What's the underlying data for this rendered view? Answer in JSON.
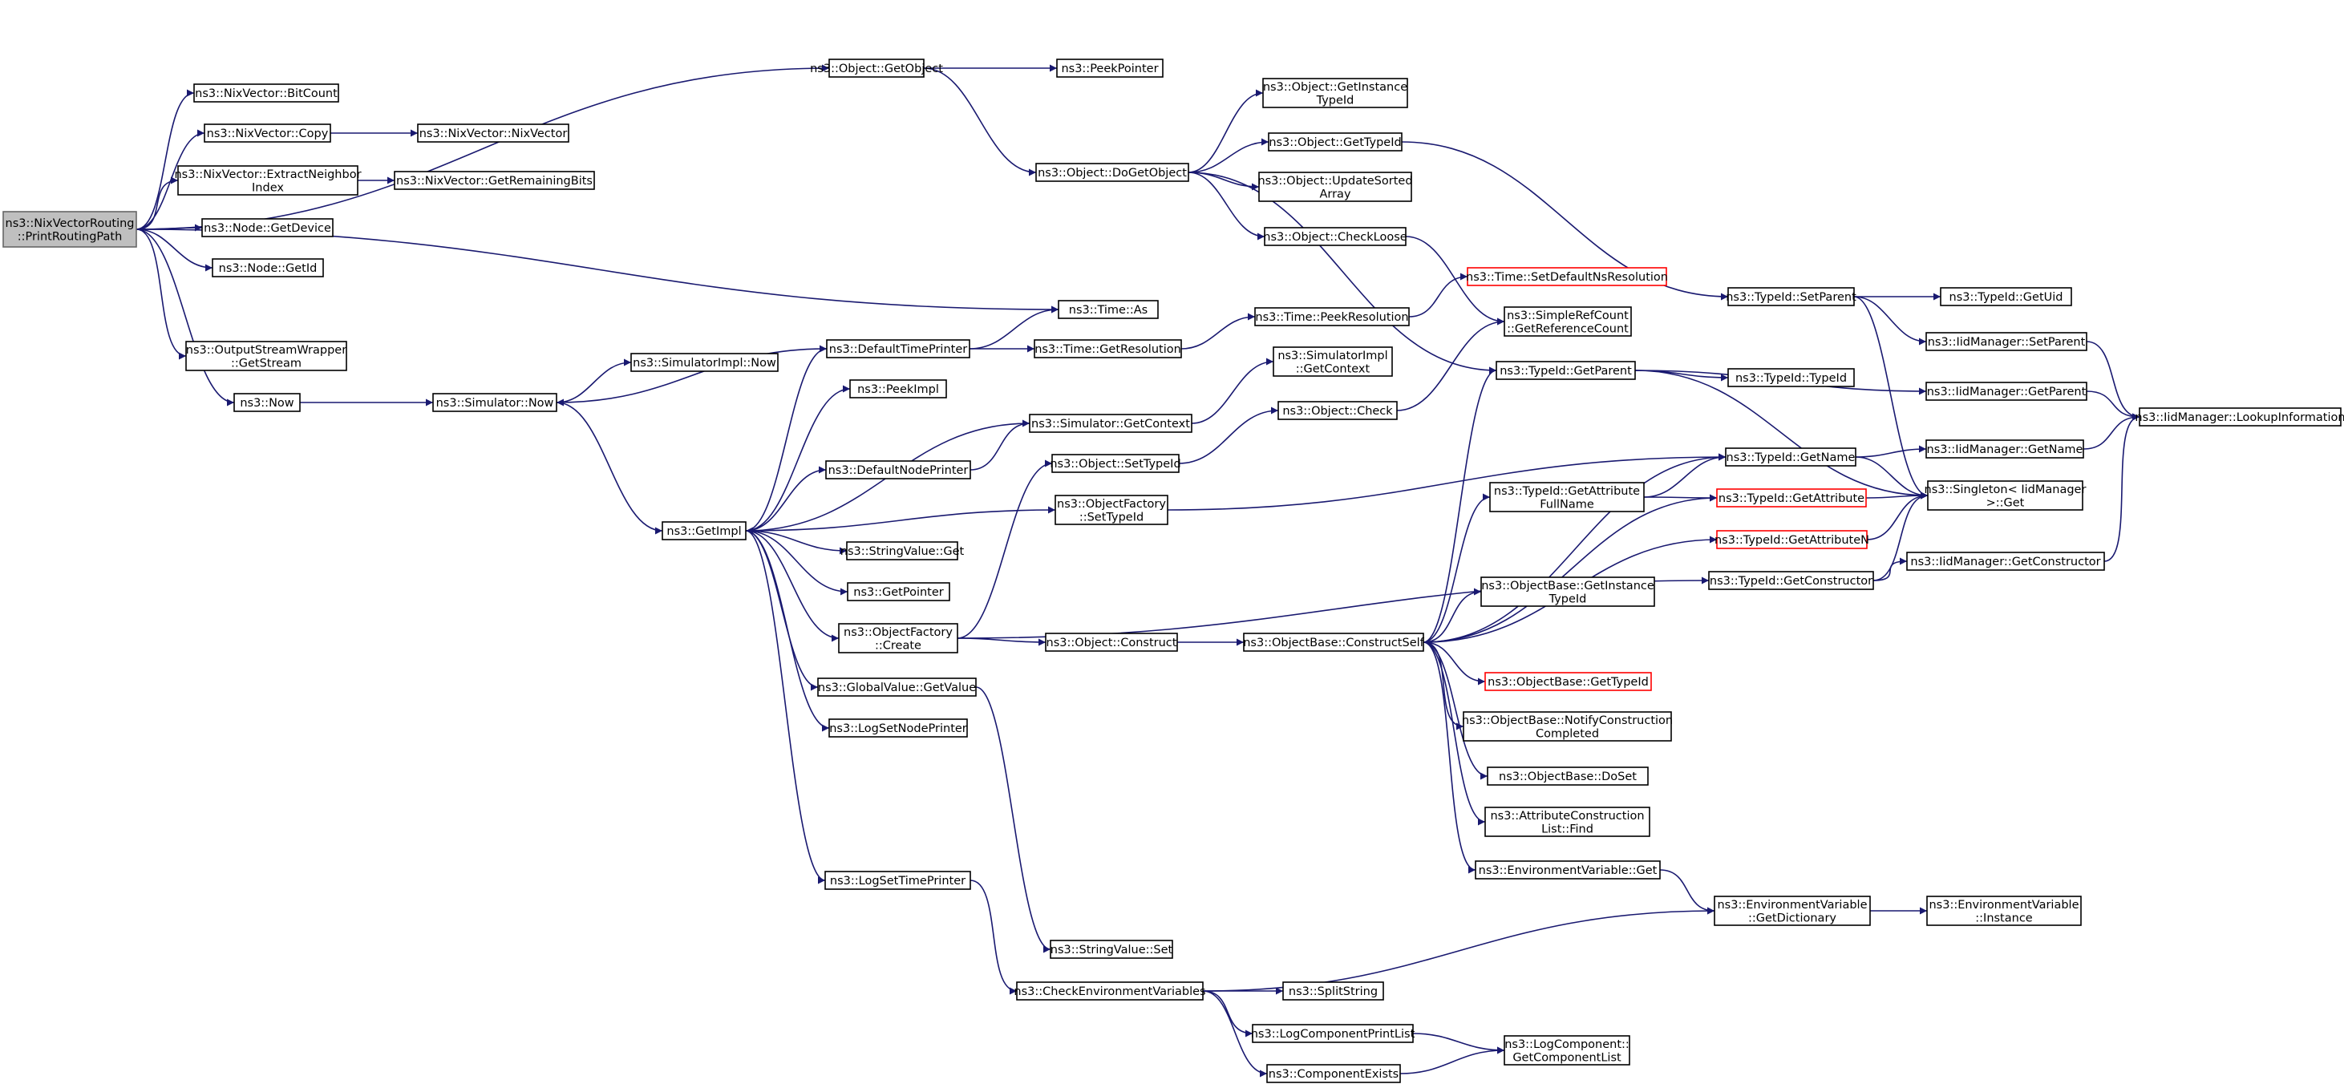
{
  "nodes": [
    {
      "id": "root",
      "label": "ns3::NixVectorRouting\n::PrintRoutingPath",
      "kind": "root"
    },
    {
      "id": "getobject",
      "label": "ns3::Object::GetObject"
    },
    {
      "id": "peekpointer",
      "label": "ns3::PeekPointer"
    },
    {
      "id": "bitcount",
      "label": "ns3::NixVector::BitCount"
    },
    {
      "id": "nixcopy",
      "label": "ns3::NixVector::Copy"
    },
    {
      "id": "nixvector",
      "label": "ns3::NixVector::NixVector"
    },
    {
      "id": "extract",
      "label": "ns3::NixVector::ExtractNeighbor\nIndex"
    },
    {
      "id": "remainingbits",
      "label": "ns3::NixVector::GetRemainingBits"
    },
    {
      "id": "getdevice",
      "label": "ns3::Node::GetDevice"
    },
    {
      "id": "nodegetid",
      "label": "ns3::Node::GetId"
    },
    {
      "id": "timeas",
      "label": "ns3::Time::As"
    },
    {
      "id": "outstream",
      "label": "ns3::OutputStreamWrapper\n::GetStream"
    },
    {
      "id": "now",
      "label": "ns3::Now"
    },
    {
      "id": "simnow",
      "label": "ns3::Simulator::Now"
    },
    {
      "id": "simimplnow",
      "label": "ns3::SimulatorImpl::Now"
    },
    {
      "id": "deftimeprinter",
      "label": "ns3::DefaultTimePrinter"
    },
    {
      "id": "getresolution",
      "label": "ns3::Time::GetResolution"
    },
    {
      "id": "peekresolution",
      "label": "ns3::Time::PeekResolution"
    },
    {
      "id": "setdefaultns",
      "label": "ns3::Time::SetDefaultNsResolution",
      "kind": "trunc"
    },
    {
      "id": "peekimpl",
      "label": "ns3::PeekImpl"
    },
    {
      "id": "simgetcontext",
      "label": "ns3::Simulator::GetContext"
    },
    {
      "id": "simimplgetcontext",
      "label": "ns3::SimulatorImpl\n::GetContext"
    },
    {
      "id": "defnodeprinter",
      "label": "ns3::DefaultNodePrinter"
    },
    {
      "id": "getimpl",
      "label": "ns3::GetImpl"
    },
    {
      "id": "stringvalueget",
      "label": "ns3::StringValue::Get"
    },
    {
      "id": "getpointer",
      "label": "ns3::GetPointer"
    },
    {
      "id": "objfactcreate",
      "label": "ns3::ObjectFactory\n::Create"
    },
    {
      "id": "globalvalue",
      "label": "ns3::GlobalValue::GetValue"
    },
    {
      "id": "logsetnodeprinter",
      "label": "ns3::LogSetNodePrinter"
    },
    {
      "id": "logsettimeprinter",
      "label": "ns3::LogSetTimePrinter"
    },
    {
      "id": "stringvalueset",
      "label": "ns3::StringValue::Set"
    },
    {
      "id": "checkenv",
      "label": "ns3::CheckEnvironmentVariables"
    },
    {
      "id": "splitstring",
      "label": "ns3::SplitString"
    },
    {
      "id": "logcompprintlist",
      "label": "ns3::LogComponentPrintList"
    },
    {
      "id": "compexists",
      "label": "ns3::ComponentExists"
    },
    {
      "id": "getcomplist",
      "label": "ns3::LogComponent::\nGetComponentList"
    },
    {
      "id": "dogetobject",
      "label": "ns3::Object::DoGetObject"
    },
    {
      "id": "getinstancetypeid",
      "label": "ns3::Object::GetInstance\nTypeId"
    },
    {
      "id": "objgettypeid",
      "label": "ns3::Object::GetTypeId"
    },
    {
      "id": "updatesorted",
      "label": "ns3::Object::UpdateSorted\nArray"
    },
    {
      "id": "checkloose",
      "label": "ns3::Object::CheckLoose"
    },
    {
      "id": "getrefcount",
      "label": "ns3::SimpleRefCount\n::GetReferenceCount"
    },
    {
      "id": "objsettypeid",
      "label": "ns3::Object::SetTypeId"
    },
    {
      "id": "objcheck",
      "label": "ns3::Object::Check"
    },
    {
      "id": "objfactsettypeid",
      "label": "ns3::ObjectFactory\n::SetTypeId"
    },
    {
      "id": "objconstruct",
      "label": "ns3::Object::Construct"
    },
    {
      "id": "constructself",
      "label": "ns3::ObjectBase::ConstructSelf"
    },
    {
      "id": "typeidgetparent",
      "label": "ns3::TypeId::GetParent"
    },
    {
      "id": "typeidtypeid",
      "label": "ns3::TypeId::TypeId"
    },
    {
      "id": "typeidgetname",
      "label": "ns3::TypeId::GetName"
    },
    {
      "id": "getattrfullname",
      "label": "ns3::TypeId::GetAttribute\nFullName"
    },
    {
      "id": "getattribute",
      "label": "ns3::TypeId::GetAttribute",
      "kind": "trunc"
    },
    {
      "id": "getattributen",
      "label": "ns3::TypeId::GetAttributeN",
      "kind": "trunc"
    },
    {
      "id": "getconstructor",
      "label": "ns3::TypeId::GetConstructor"
    },
    {
      "id": "obgetinstance",
      "label": "ns3::ObjectBase::GetInstance\nTypeId"
    },
    {
      "id": "obgettypeid",
      "label": "ns3::ObjectBase::GetTypeId",
      "kind": "trunc"
    },
    {
      "id": "notifycompleted",
      "label": "ns3::ObjectBase::NotifyConstruction\nCompleted"
    },
    {
      "id": "obdoset",
      "label": "ns3::ObjectBase::DoSet"
    },
    {
      "id": "attrconstfind",
      "label": "ns3::AttributeConstruction\nList::Find"
    },
    {
      "id": "envget",
      "label": "ns3::EnvironmentVariable::Get"
    },
    {
      "id": "envgetdict",
      "label": "ns3::EnvironmentVariable\n::GetDictionary"
    },
    {
      "id": "envinstance",
      "label": "ns3::EnvironmentVariable\n::Instance"
    },
    {
      "id": "typeidsetparent",
      "label": "ns3::TypeId::SetParent"
    },
    {
      "id": "typeidgetuid",
      "label": "ns3::TypeId::GetUid"
    },
    {
      "id": "iidsetparent",
      "label": "ns3::IidManager::SetParent"
    },
    {
      "id": "iidgetparent",
      "label": "ns3::IidManager::GetParent"
    },
    {
      "id": "iidgetname",
      "label": "ns3::IidManager::GetName"
    },
    {
      "id": "singletonget",
      "label": "ns3::Singleton< IidManager\n >::Get"
    },
    {
      "id": "iidgetconstructor",
      "label": "ns3::IidManager::GetConstructor"
    },
    {
      "id": "iidlookup",
      "label": "ns3::IidManager::LookupInformation"
    }
  ],
  "edges": [
    [
      "root",
      "getobject"
    ],
    [
      "root",
      "bitcount"
    ],
    [
      "root",
      "nixcopy"
    ],
    [
      "root",
      "extract"
    ],
    [
      "root",
      "getdevice"
    ],
    [
      "root",
      "nodegetid"
    ],
    [
      "root",
      "timeas"
    ],
    [
      "root",
      "outstream"
    ],
    [
      "root",
      "now"
    ],
    [
      "getobject",
      "peekpointer"
    ],
    [
      "getobject",
      "dogetobject"
    ],
    [
      "nixcopy",
      "nixvector"
    ],
    [
      "extract",
      "remainingbits"
    ],
    [
      "now",
      "simnow"
    ],
    [
      "simnow",
      "simimplnow"
    ],
    [
      "simnow",
      "getimpl"
    ],
    [
      "deftimeprinter",
      "timeas"
    ],
    [
      "deftimeprinter",
      "getresolution"
    ],
    [
      "deftimeprinter",
      "simnow"
    ],
    [
      "getresolution",
      "peekresolution"
    ],
    [
      "peekresolution",
      "setdefaultns"
    ],
    [
      "simgetcontext",
      "simimplgetcontext"
    ],
    [
      "simgetcontext",
      "getimpl"
    ],
    [
      "defnodeprinter",
      "simgetcontext"
    ],
    [
      "getimpl",
      "deftimeprinter"
    ],
    [
      "getimpl",
      "peekimpl"
    ],
    [
      "getimpl",
      "defnodeprinter"
    ],
    [
      "getimpl",
      "objfactsettypeid"
    ],
    [
      "getimpl",
      "stringvalueget"
    ],
    [
      "getimpl",
      "getpointer"
    ],
    [
      "getimpl",
      "objfactcreate"
    ],
    [
      "getimpl",
      "globalvalue"
    ],
    [
      "getimpl",
      "logsetnodeprinter"
    ],
    [
      "getimpl",
      "logsettimeprinter"
    ],
    [
      "globalvalue",
      "stringvalueset"
    ],
    [
      "logsettimeprinter",
      "checkenv"
    ],
    [
      "checkenv",
      "splitstring"
    ],
    [
      "checkenv",
      "logcompprintlist"
    ],
    [
      "checkenv",
      "compexists"
    ],
    [
      "checkenv",
      "envgetdict"
    ],
    [
      "logcompprintlist",
      "getcomplist"
    ],
    [
      "compexists",
      "getcomplist"
    ],
    [
      "dogetobject",
      "getinstancetypeid"
    ],
    [
      "dogetobject",
      "objgettypeid"
    ],
    [
      "dogetobject",
      "updatesorted"
    ],
    [
      "dogetobject",
      "checkloose"
    ],
    [
      "dogetobject",
      "typeidgetparent"
    ],
    [
      "checkloose",
      "getrefcount"
    ],
    [
      "objfactcreate",
      "objsettypeid"
    ],
    [
      "objfactcreate",
      "objconstruct"
    ],
    [
      "objfactcreate",
      "getconstructor"
    ],
    [
      "objsettypeid",
      "objcheck"
    ],
    [
      "objcheck",
      "getrefcount"
    ],
    [
      "objfactsettypeid",
      "typeidgetname"
    ],
    [
      "objconstruct",
      "constructself"
    ],
    [
      "constructself",
      "typeidgetparent"
    ],
    [
      "constructself",
      "typeidgetname"
    ],
    [
      "constructself",
      "getattrfullname"
    ],
    [
      "constructself",
      "getattribute"
    ],
    [
      "constructself",
      "getattributen"
    ],
    [
      "constructself",
      "obgetinstance"
    ],
    [
      "constructself",
      "obgettypeid"
    ],
    [
      "constructself",
      "notifycompleted"
    ],
    [
      "constructself",
      "obdoset"
    ],
    [
      "constructself",
      "attrconstfind"
    ],
    [
      "constructself",
      "envget"
    ],
    [
      "envget",
      "envgetdict"
    ],
    [
      "envgetdict",
      "envinstance"
    ],
    [
      "objgettypeid",
      "typeidsetparent"
    ],
    [
      "typeidsetparent",
      "typeidgetuid"
    ],
    [
      "typeidsetparent",
      "iidsetparent"
    ],
    [
      "typeidsetparent",
      "singletonget"
    ],
    [
      "typeidgetparent",
      "typeidtypeid"
    ],
    [
      "typeidgetparent",
      "iidgetparent"
    ],
    [
      "typeidgetparent",
      "singletonget"
    ],
    [
      "typeidgetname",
      "iidgetname"
    ],
    [
      "typeidgetname",
      "singletonget"
    ],
    [
      "getattrfullname",
      "typeidgetname"
    ],
    [
      "getattrfullname",
      "getattribute"
    ],
    [
      "getattribute",
      "singletonget"
    ],
    [
      "getattributen",
      "singletonget"
    ],
    [
      "getconstructor",
      "singletonget"
    ],
    [
      "getconstructor",
      "iidgetconstructor"
    ],
    [
      "iidsetparent",
      "iidlookup"
    ],
    [
      "iidgetparent",
      "iidlookup"
    ],
    [
      "iidgetname",
      "iidlookup"
    ],
    [
      "iidgetconstructor",
      "iidlookup"
    ]
  ]
}
